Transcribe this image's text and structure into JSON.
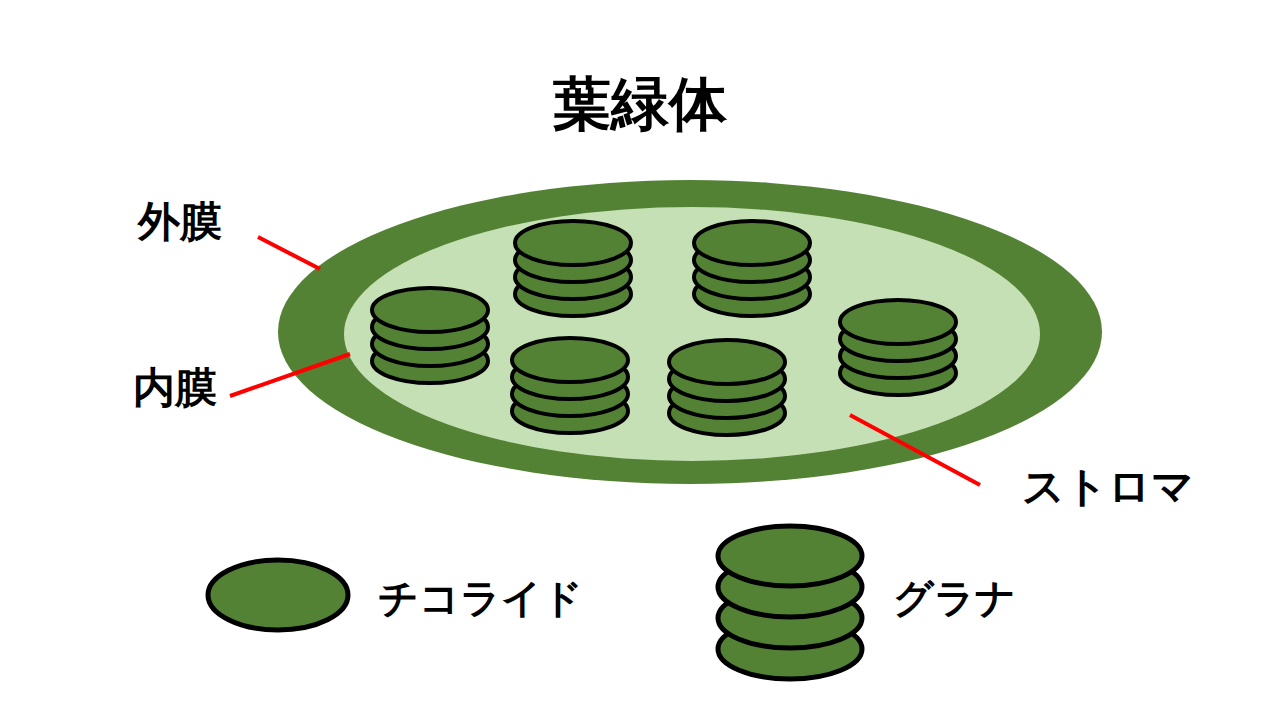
{
  "diagram": {
    "title": "葉緑体",
    "labels": [
      "外膜",
      "内膜",
      "ストロマ"
    ],
    "legend": [
      {
        "text": "チコライド"
      },
      {
        "text": "グラナ"
      }
    ]
  }
}
